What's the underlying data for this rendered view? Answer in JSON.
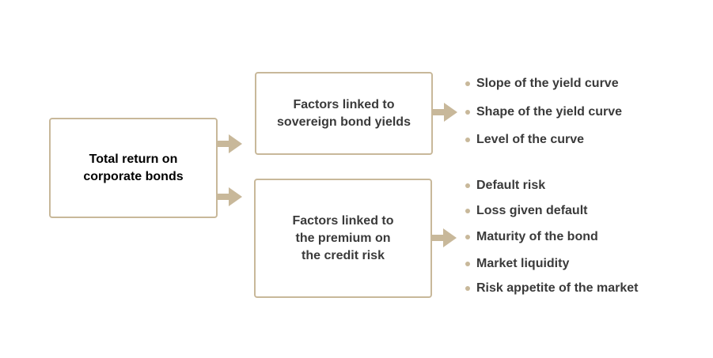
{
  "colors": {
    "accent": "#c8b89a",
    "text": "#3a3a3a",
    "text_strong": "#000000",
    "background": "#ffffff"
  },
  "boxes": {
    "total_return": "Total return on\ncorporate bonds",
    "sovereign_factors": "Factors linked to\nsovereign bond yields",
    "credit_factors": "Factors linked to\nthe premium on\nthe credit risk"
  },
  "sovereign_bullets": [
    "Slope of the yield curve",
    "Shape of the yield curve",
    "Level of the curve"
  ],
  "credit_bullets": [
    "Default risk",
    "Loss given default",
    "Maturity of the bond",
    "Market liquidity",
    "Risk appetite of the market"
  ]
}
